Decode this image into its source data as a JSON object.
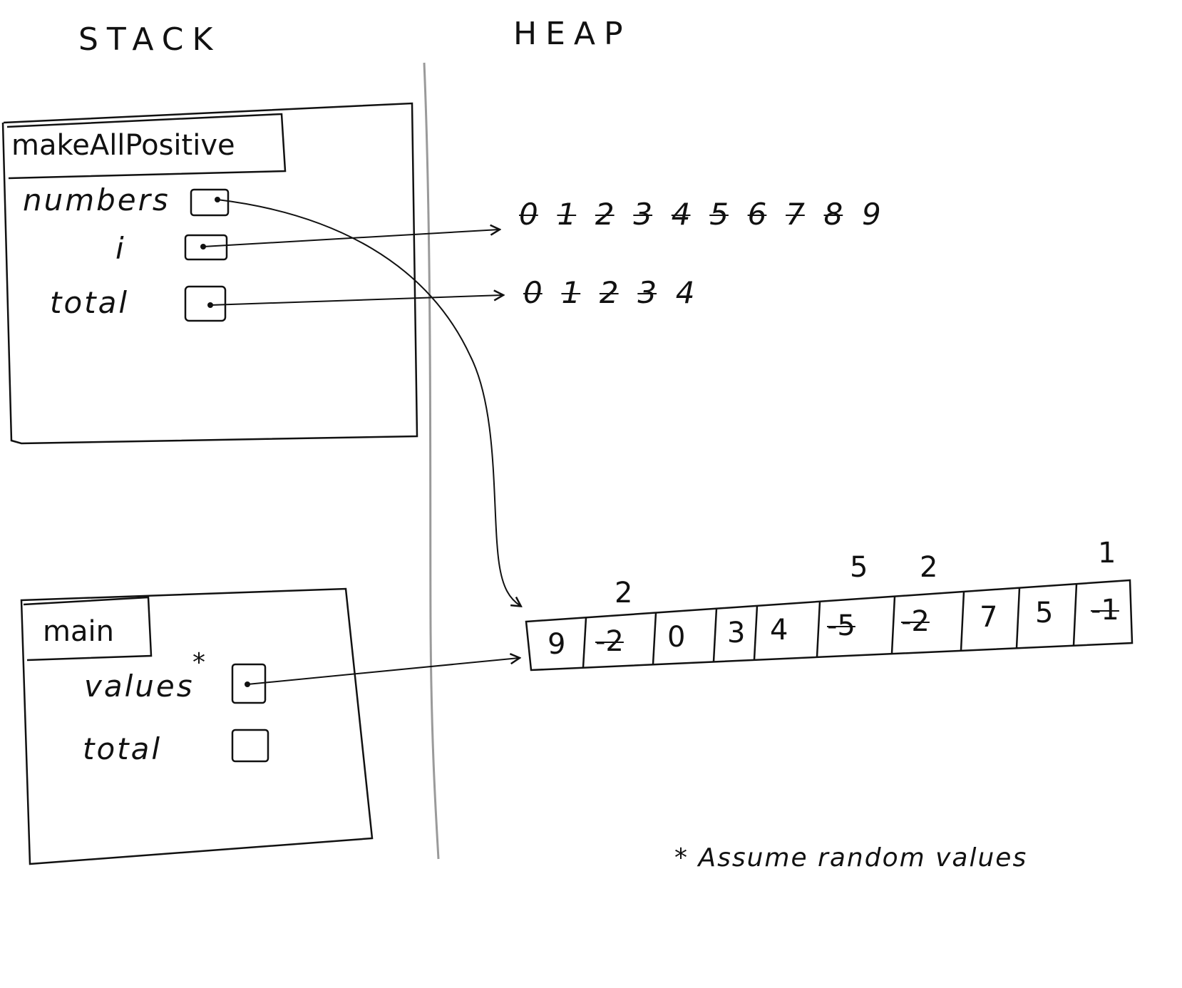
{
  "headers": {
    "stack": "STACK",
    "heap": "HEAP"
  },
  "frames": {
    "make_all_positive": {
      "title": "makeAllPositive",
      "vars": [
        "numbers",
        "i",
        "total"
      ]
    },
    "main": {
      "title": "main",
      "vars": [
        "values",
        "total"
      ],
      "values_marker": "*"
    }
  },
  "heap": {
    "i_history": {
      "crossed": [
        "0",
        "1",
        "2",
        "3",
        "4",
        "5",
        "6",
        "7",
        "8"
      ],
      "current": "9"
    },
    "total_history": {
      "crossed": [
        "0",
        "1",
        "2",
        "3"
      ],
      "current": "4"
    },
    "array": {
      "cells": [
        {
          "original": "9",
          "updated": ""
        },
        {
          "original": "-2",
          "updated": "2"
        },
        {
          "original": "0",
          "updated": ""
        },
        {
          "original": "3",
          "updated": ""
        },
        {
          "original": "4",
          "updated": ""
        },
        {
          "original": "-5",
          "updated": "5"
        },
        {
          "original": "-2",
          "updated": "2"
        },
        {
          "original": "7",
          "updated": ""
        },
        {
          "original": "5",
          "updated": ""
        },
        {
          "original": "-1",
          "updated": "1"
        }
      ]
    }
  },
  "footnote": "* Assume random values"
}
